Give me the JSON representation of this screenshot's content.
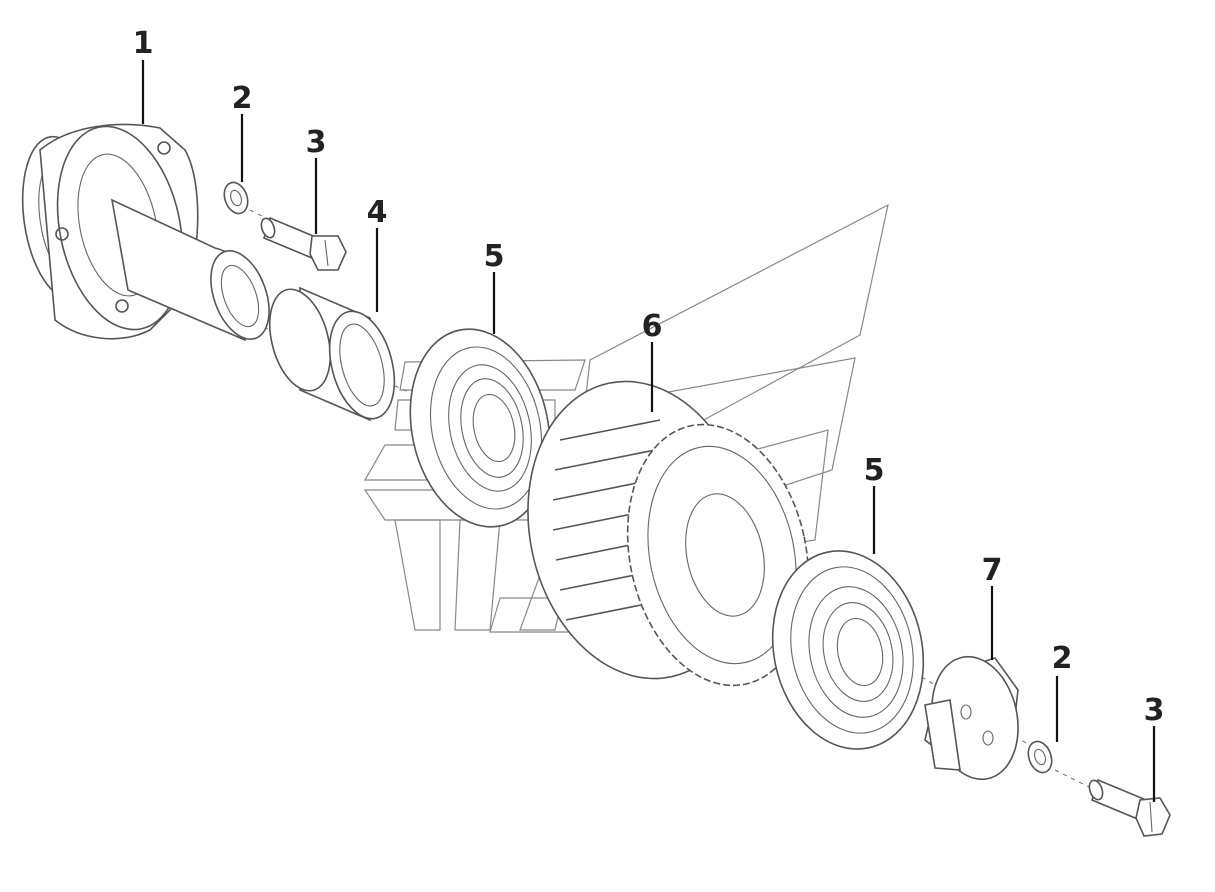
{
  "diagram": {
    "callouts": [
      {
        "id": "p1",
        "label": "1"
      },
      {
        "id": "p2a",
        "label": "2"
      },
      {
        "id": "p3a",
        "label": "3"
      },
      {
        "id": "p4",
        "label": "4"
      },
      {
        "id": "p5a",
        "label": "5"
      },
      {
        "id": "p6",
        "label": "6"
      },
      {
        "id": "p5b",
        "label": "5"
      },
      {
        "id": "p7",
        "label": "7"
      },
      {
        "id": "p2b",
        "label": "2"
      },
      {
        "id": "p3b",
        "label": "3"
      }
    ]
  }
}
